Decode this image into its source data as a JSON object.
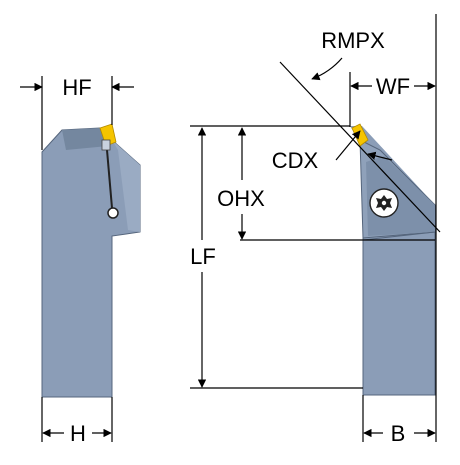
{
  "labels": {
    "hf": "HF",
    "h": "H",
    "rmpx": "RMPX",
    "wf": "WF",
    "cdx": "CDX",
    "ohx": "OHX",
    "lf": "LF",
    "b": "B"
  },
  "colors": {
    "body": "#8b9db7",
    "body_dark": "#6f829d",
    "insert": "#f5c400",
    "insert_dark": "#c79a00",
    "line": "#000000"
  },
  "icons": {
    "screw": "torx-screw-icon"
  }
}
